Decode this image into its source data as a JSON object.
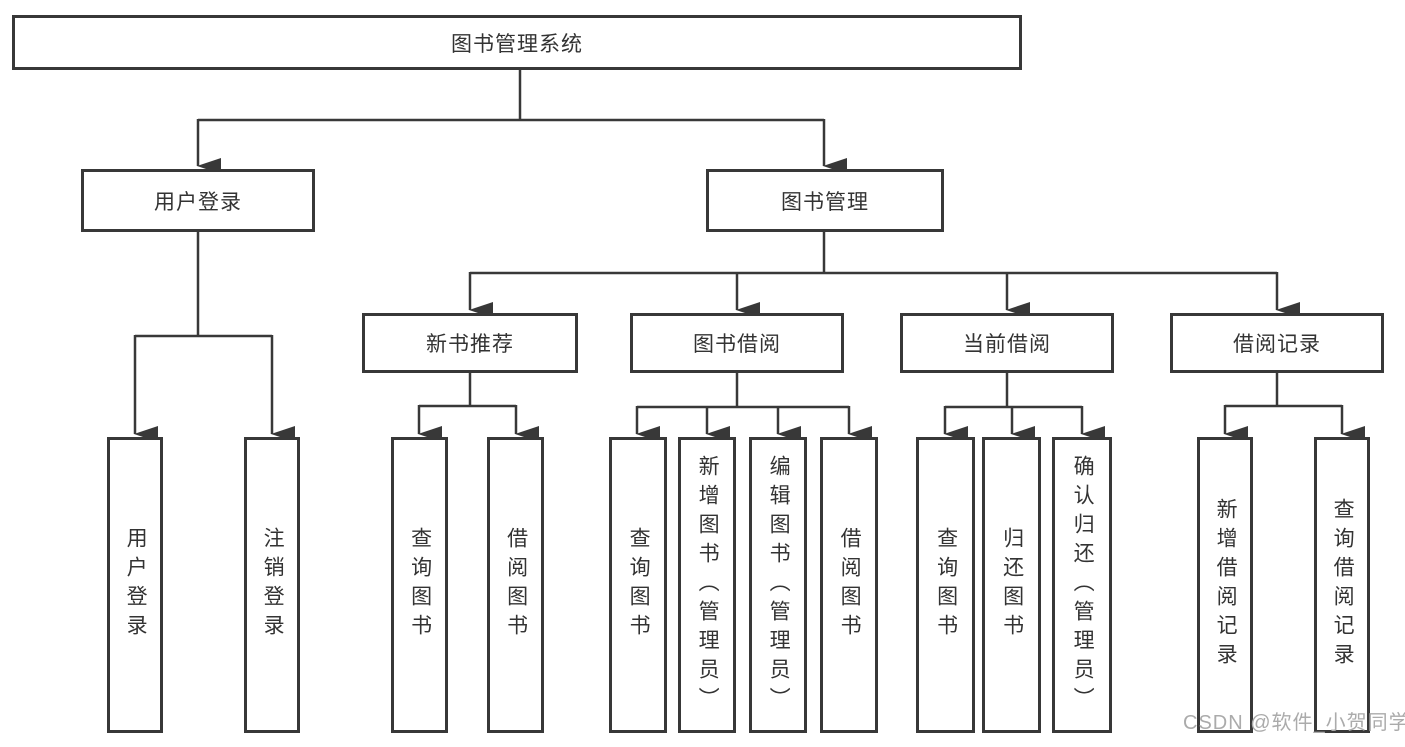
{
  "diagram": {
    "title": "图书管理系统",
    "nodes": {
      "root": "图书管理系统",
      "user_login": "用户登录",
      "book_mgmt": "图书管理",
      "new_rec": "新书推荐",
      "book_borrow": "图书借阅",
      "cur_borrow": "当前借阅",
      "records": "借阅记录",
      "leaf_user_login": "用户登录",
      "leaf_logout": "注销登录",
      "leaf_query_book_rec": "查询图书",
      "leaf_borrow_book_rec": "借阅图书",
      "leaf_query_book_borrow": "查询图书",
      "leaf_add_book": "新增图书（管理员）",
      "leaf_edit_book": "编辑图书（管理员）",
      "leaf_borrow_book_borrow": "借阅图书",
      "leaf_query_book_cur": "查询图书",
      "leaf_return_book": "归还图书",
      "leaf_confirm_return": "确认归还（管理员）",
      "leaf_add_record": "新增借阅记录",
      "leaf_query_record": "查询借阅记录"
    },
    "edges": [
      {
        "from": "root",
        "to": [
          "user_login",
          "book_mgmt"
        ]
      },
      {
        "from": "user_login",
        "to": [
          "leaf_user_login",
          "leaf_logout"
        ]
      },
      {
        "from": "book_mgmt",
        "to": [
          "new_rec",
          "book_borrow",
          "cur_borrow",
          "records"
        ]
      },
      {
        "from": "new_rec",
        "to": [
          "leaf_query_book_rec",
          "leaf_borrow_book_rec"
        ]
      },
      {
        "from": "book_borrow",
        "to": [
          "leaf_query_book_borrow",
          "leaf_add_book",
          "leaf_edit_book",
          "leaf_borrow_book_borrow"
        ]
      },
      {
        "from": "cur_borrow",
        "to": [
          "leaf_query_book_cur",
          "leaf_return_book",
          "leaf_confirm_return"
        ]
      },
      {
        "from": "records",
        "to": [
          "leaf_add_record",
          "leaf_query_record"
        ]
      }
    ],
    "colors": {
      "line": "#383838",
      "box_border": "#383838",
      "text": "#333333",
      "background": "#ffffff",
      "watermark": "#ababab"
    }
  },
  "watermark": {
    "text": "CSDN @软件_小贺同学"
  }
}
